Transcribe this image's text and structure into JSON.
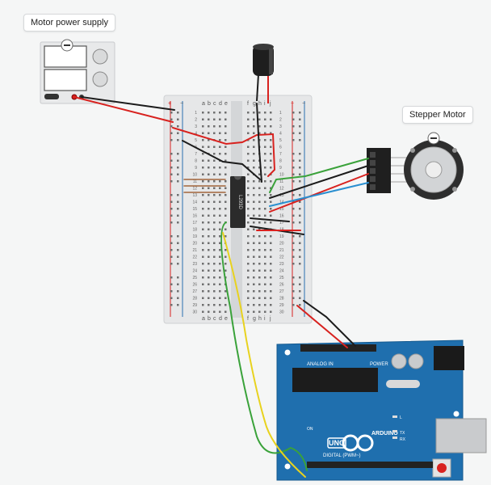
{
  "labels": {
    "power_supply": "Motor power supply",
    "stepper": "Stepper Motor"
  },
  "breadboard": {
    "col_letters_left": [
      "a",
      "b",
      "c",
      "d",
      "e"
    ],
    "col_letters_right": [
      "f",
      "g",
      "h",
      "i",
      "j"
    ],
    "rows": 30,
    "rail_plus": "+",
    "rail_minus": "−"
  },
  "chip": {
    "label": "L293D"
  },
  "arduino": {
    "brand": "ARDUINO",
    "model": "UNO",
    "digital_label": "DIGITAL (PWM~)",
    "power_label": "POWER",
    "analog_label": "ANALOG IN",
    "led_tx": "TX",
    "led_rx": "RX",
    "led_l": "L",
    "on_label": "ON"
  },
  "wire_colors": {
    "red": "#d8221f",
    "black": "#1c1c1c",
    "green": "#3aa23a",
    "blue": "#2a8fd0",
    "yellow": "#e8d21e",
    "brown": "#a2653a"
  }
}
